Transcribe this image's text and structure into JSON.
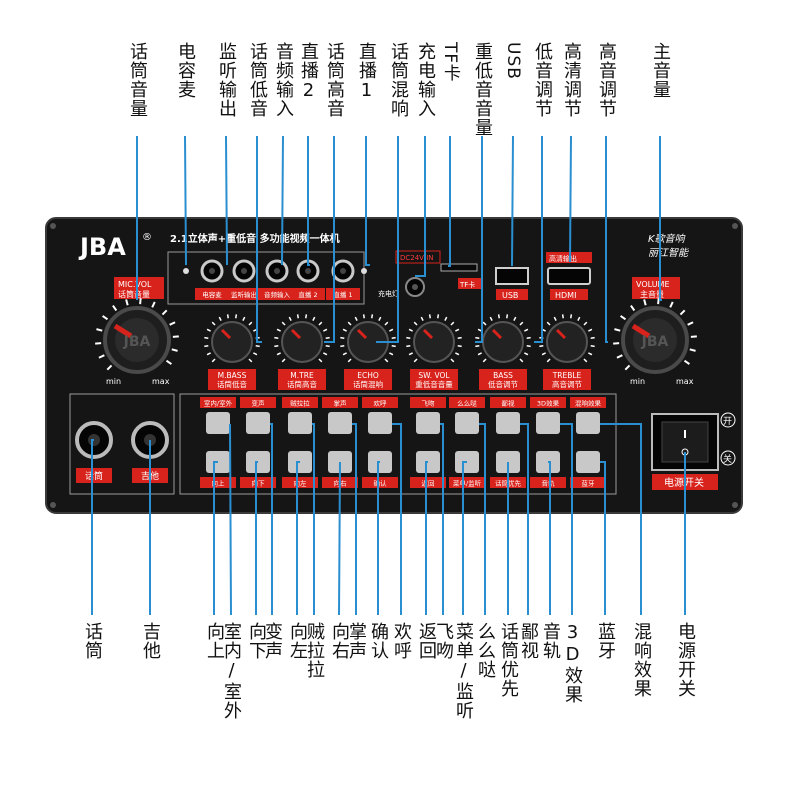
{
  "panel": {
    "brand": "JBA",
    "brand_mark": "®",
    "header_text": "2.1立体声+重低音 多功能视频一体机",
    "right_brand_line1": "K歌音响",
    "right_brand_line2": "丽江智能",
    "jack_labels": [
      "电容麦",
      "监听输出",
      "音频输入",
      "直播 2",
      "直播 1"
    ],
    "dc_label": "DC24V IN",
    "charge_label": "充电灯",
    "tf_label": "TF卡",
    "usb_label": "USB",
    "hdmi_top": "高清输出",
    "hdmi_label": "HDMI",
    "mic_vol_en": "MIC.VOL",
    "mic_vol_cn": "话筒音量",
    "volume_en": "VOLUME",
    "volume_cn": "主音量",
    "min": "min",
    "max": "max",
    "small_knobs": [
      {
        "en": "M.BASS",
        "cn": "话筒低音"
      },
      {
        "en": "M.TRE",
        "cn": "话筒高音"
      },
      {
        "en": "ECHO",
        "cn": "话筒混响"
      },
      {
        "en": "SW. VOL",
        "cn": "重低音音量"
      },
      {
        "en": "BASS",
        "cn": "低音调节"
      },
      {
        "en": "TREBLE",
        "cn": "高音调节"
      }
    ],
    "input_jacks": [
      "话筒",
      "吉他"
    ],
    "top_buttons": [
      "室内/室外",
      "变声",
      "贼拉拉",
      "掌声",
      "欢呼",
      "飞吻",
      "么么哒",
      "鄙视",
      "3D效果",
      "混响效果"
    ],
    "bottom_buttons": [
      "向上",
      "向下",
      "向左",
      "向右",
      "确认",
      "返回",
      "菜单/监听",
      "话筒优先",
      "音轨",
      "蓝牙"
    ],
    "power_label": "电源开关",
    "on_mark": "开",
    "off_mark": "关"
  },
  "top_callouts": [
    "话筒音量",
    "电容麦",
    "监听输出",
    "话筒低音",
    "音频输入",
    "直播2",
    "话筒高音",
    "直播1",
    "话筒混响",
    "充电输入",
    "TF卡",
    "重低音音量",
    "USB",
    "低音调节",
    "高清调节",
    "高音调节",
    "主音量"
  ],
  "bottom_callouts": [
    "话筒",
    "吉他",
    "向上",
    "室内/室外",
    "向下",
    "变声",
    "向左",
    "贼拉拉",
    "向右",
    "掌声",
    "确认",
    "欢呼",
    "返回",
    "飞吻",
    "菜单/监听",
    "么么哒",
    "话筒优先",
    "鄙视",
    "音轨",
    "3D效果",
    "蓝牙",
    "混响效果",
    "电源开关"
  ],
  "colors": {
    "line": "#2a8fd0",
    "panel": "#141414",
    "red": "#d8231c",
    "button": "#c8c8c8"
  }
}
